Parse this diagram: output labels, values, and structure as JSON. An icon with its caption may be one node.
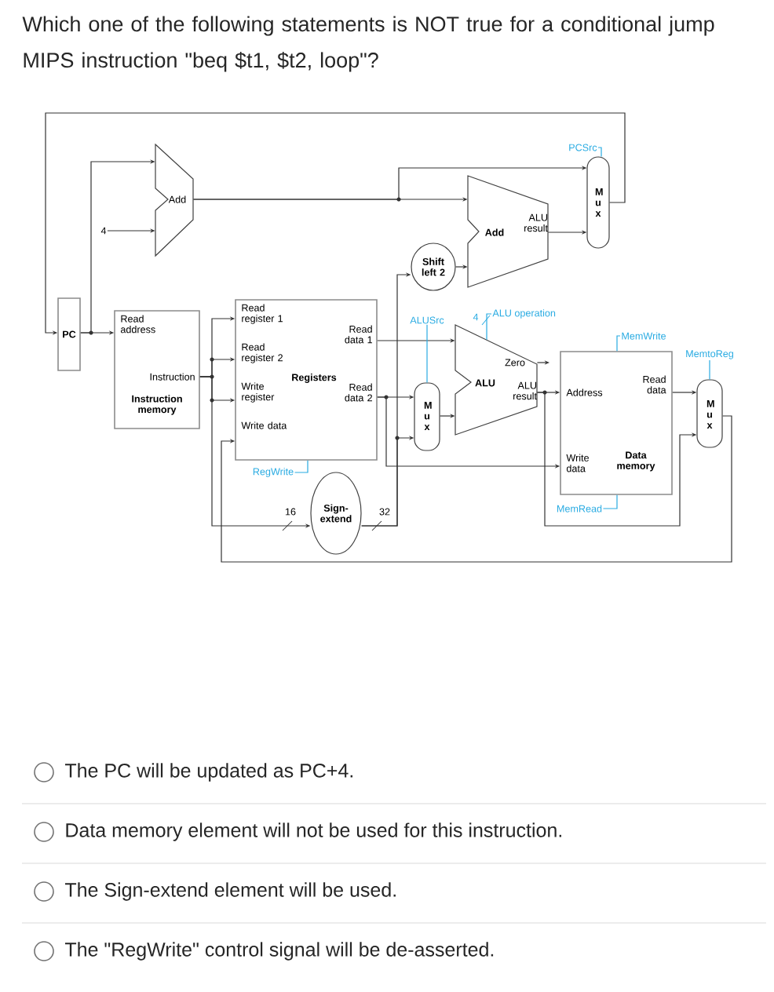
{
  "diagram": {
    "title": "Which one of the following statements is NOT true for a conditional jump MIPS instruction \"beq $t1, $t2, loop\"?",
    "nodes": [
      {
        "text": [
          "PC"
        ]
      },
      {
        "text": [
          "Read address",
          "Instruction",
          "Instruction memory"
        ]
      },
      {
        "text": [
          "Read register 1",
          "Read register 2",
          "Write register",
          "Write data",
          "Registers",
          "Read data 1",
          "Read data 2"
        ]
      },
      {
        "text": [
          "Add"
        ]
      },
      {
        "text": [
          "4"
        ]
      },
      {
        "text": [
          "Sign-extend"
        ]
      },
      {
        "text": [
          "Shift left 2"
        ]
      },
      {
        "text": [
          "Add",
          "ALU result"
        ]
      },
      {
        "text": [
          "M u x"
        ]
      },
      {
        "text": [
          "M u x"
        ]
      },
      {
        "text": [
          "Zero",
          "ALU",
          "ALU result"
        ]
      },
      {
        "text": [
          "Address",
          "Read data",
          "Write data",
          "Data memory"
        ]
      },
      {
        "text": [
          "M u x"
        ]
      },
      {
        "text": [
          "PCSrc"
        ]
      },
      {
        "text": [
          "ALU operation"
        ]
      },
      {
        "text": [
          "ALUSrc"
        ]
      },
      {
        "text": [
          "MemWrite"
        ]
      },
      {
        "text": [
          "MemtoReg"
        ]
      },
      {
        "text": [
          "RegWrite"
        ]
      },
      {
        "text": [
          "MemRead"
        ]
      }
    ],
    "edges": [
      {
        "from": 0,
        "to": 1,
        "arrow": "to"
      },
      {
        "from": 0,
        "to": 3,
        "arrow": "to"
      },
      {
        "from": 4,
        "to": 3,
        "arrow": "to"
      },
      {
        "from": 3,
        "to": 8,
        "arrow": "to"
      },
      {
        "from": 3,
        "to": 7,
        "arrow": "to"
      },
      {
        "from": 6,
        "to": 7,
        "arrow": "to"
      },
      {
        "from": 7,
        "to": 8,
        "arrow": "to"
      },
      {
        "from": 8,
        "to": 0,
        "arrow": "to"
      },
      {
        "from": 1,
        "to": 2,
        "arrow": "to"
      },
      {
        "from": 1,
        "to": 2,
        "arrow": "to"
      },
      {
        "from": 1,
        "to": 2,
        "arrow": "to"
      },
      {
        "from": 1,
        "to": 5,
        "arrow": "to"
      },
      {
        "from": 2,
        "to": 10,
        "arrow": "to"
      },
      {
        "from": 2,
        "to": 9,
        "arrow": "to"
      },
      {
        "from": 2,
        "to": 11,
        "arrow": "to"
      },
      {
        "from": 5,
        "to": 9,
        "arrow": "to"
      },
      {
        "from": 5,
        "to": 6,
        "arrow": "to"
      },
      {
        "from": 9,
        "to": 10,
        "arrow": "to"
      },
      {
        "from": 10,
        "to": 11,
        "arrow": "to"
      },
      {
        "from": 10,
        "to": 12,
        "arrow": "to"
      },
      {
        "from": 10,
        "to": null,
        "arrow": "to"
      },
      {
        "from": 11,
        "to": 12,
        "arrow": "to"
      },
      {
        "from": 12,
        "to": 2,
        "arrow": "to"
      },
      {
        "from": 13,
        "to": 8,
        "arrow": "none",
        "color": "#29abe2"
      },
      {
        "from": 14,
        "to": 10,
        "arrow": "none",
        "color": "#29abe2"
      },
      {
        "from": 15,
        "to": 9,
        "arrow": "none",
        "color": "#29abe2"
      },
      {
        "from": 16,
        "to": 11,
        "arrow": "none",
        "color": "#29abe2"
      },
      {
        "from": 17,
        "to": 12,
        "arrow": "none",
        "color": "#29abe2"
      },
      {
        "from": 18,
        "to": 2,
        "arrow": "none",
        "color": "#29abe2"
      },
      {
        "from": 19,
        "to": 11,
        "arrow": "none",
        "color": "#29abe2"
      }
    ],
    "labels": [
      "4",
      "16",
      "32",
      "The PC will be updated as PC+4.",
      "Data memory element will not be used for this instruction.",
      "The Sign-extend element will be used.",
      "The \"RegWrite\" control signal will be de-asserted."
    ]
  }
}
